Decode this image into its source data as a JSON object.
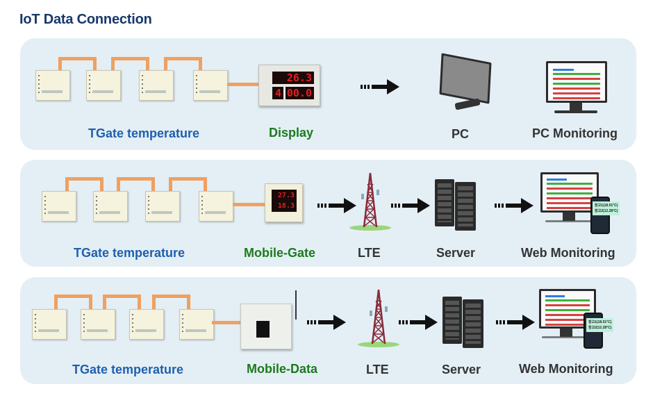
{
  "title": "IoT Data Connection",
  "rows": [
    {
      "labels": {
        "sensors": "TGate temperature",
        "gateway": "Display",
        "node1": "PC",
        "node2": "PC Monitoring"
      },
      "display_readings": {
        "top": "26.3",
        "bottom_left": "4",
        "bottom_right": "00.0"
      }
    },
    {
      "labels": {
        "sensors": "TGate temperature",
        "gateway": "Mobile-Gate",
        "node1": "LTE",
        "node2": "Server",
        "node3": "Web Monitoring"
      },
      "gateway_readings": {
        "top": "27.3",
        "bottom": "18.3"
      },
      "phone_alerts": [
        "창고1(18.01°C)",
        "창고2(12.28°C)"
      ]
    },
    {
      "labels": {
        "sensors": "TGate temperature",
        "gateway": "Mobile-Data",
        "node1": "LTE",
        "node2": "Server",
        "node3": "Web Monitoring"
      },
      "phone_alerts": [
        "창고1(18.01°C)",
        "창고2(12.28°C)"
      ]
    }
  ],
  "colors": {
    "title": "#17386b",
    "sensor_label": "#1f5fae",
    "gateway_label": "#1d7a1d",
    "node_label": "#333333",
    "panel_bg": "#e4eff5",
    "cable": "#f0a060"
  }
}
